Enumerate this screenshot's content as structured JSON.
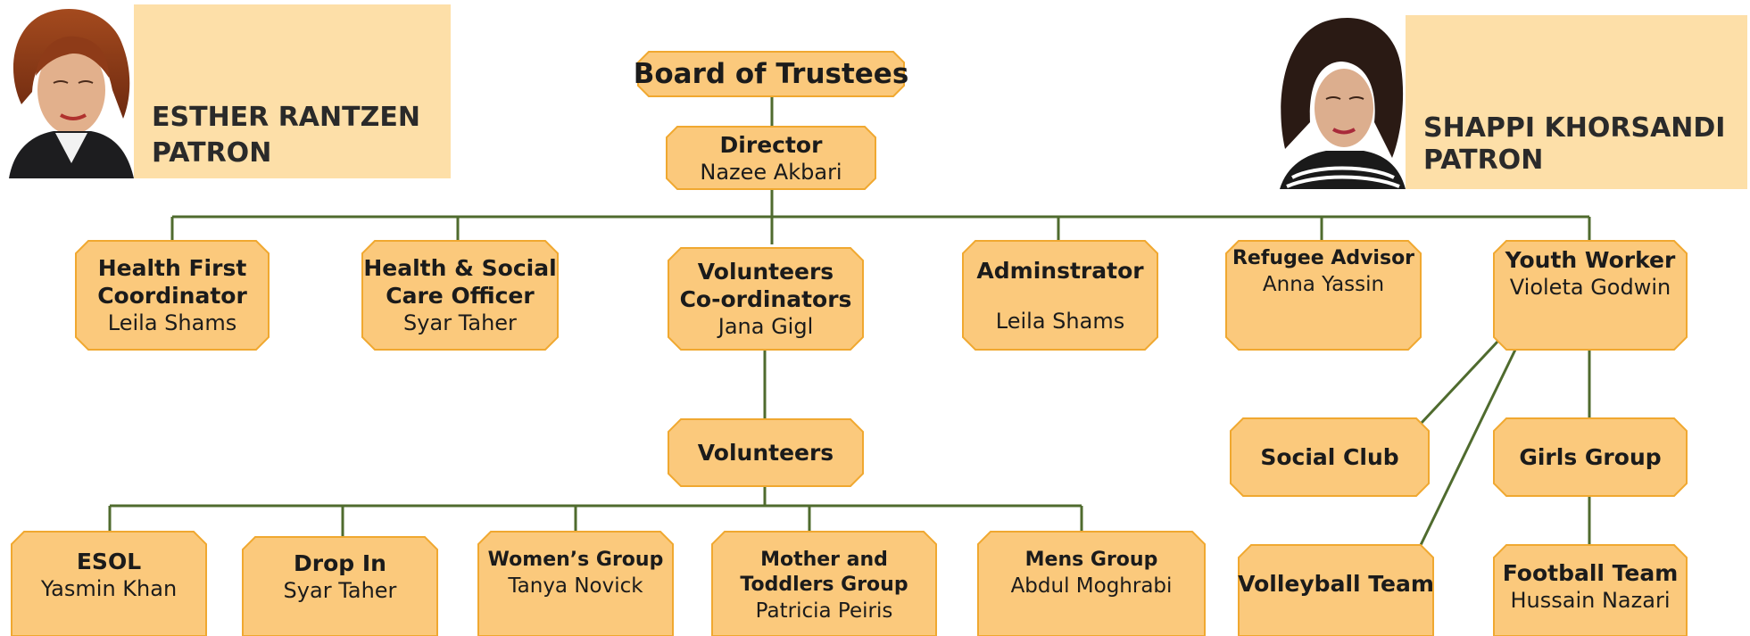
{
  "patrons": [
    {
      "name": "ESTHER RANTZEN",
      "role": "PATRON"
    },
    {
      "name": "SHAPPI KHORSANDI",
      "role": "PATRON"
    }
  ],
  "org": {
    "board": {
      "title": "Board of Trustees"
    },
    "director": {
      "title": "Director",
      "name": "Nazee Akbari"
    },
    "staff": [
      {
        "title": "Health First",
        "title2": "Coordinator",
        "name": "Leila Shams"
      },
      {
        "title": "Health & Social",
        "title2": "Care Officer",
        "name": "Syar Taher"
      },
      {
        "title": "Volunteers",
        "title2": "Co-ordinators",
        "name": "Jana Gigl"
      },
      {
        "title": "Adminstrator",
        "name": "Leila Shams"
      },
      {
        "title": "Refugee Advisor",
        "name": "Anna Yassin"
      },
      {
        "title": "Youth Worker",
        "name": "Violeta Godwin"
      }
    ],
    "volunteers": {
      "title": "Volunteers"
    },
    "groups": [
      {
        "title": "ESOL",
        "name": "Yasmin Khan"
      },
      {
        "title": "Drop In",
        "name": "Syar Taher"
      },
      {
        "title": "Women’s Group",
        "name": "Tanya Novick"
      },
      {
        "title": "Mother and",
        "title2": "Toddlers Group",
        "name": "Patricia Peiris"
      },
      {
        "title": "Mens Group",
        "name": "Abdul Moghrabi"
      }
    ],
    "youth": [
      {
        "title": "Social Club"
      },
      {
        "title": "Girls Group"
      },
      {
        "title": "Volleyball Team"
      },
      {
        "title": "Football Team",
        "name": "Hussain Nazari"
      }
    ]
  },
  "colors": {
    "box_fill": "#fbc97c",
    "box_border": "#f0a830",
    "connector": "#4f6b2e",
    "patron_bg": "#fddfa8"
  }
}
